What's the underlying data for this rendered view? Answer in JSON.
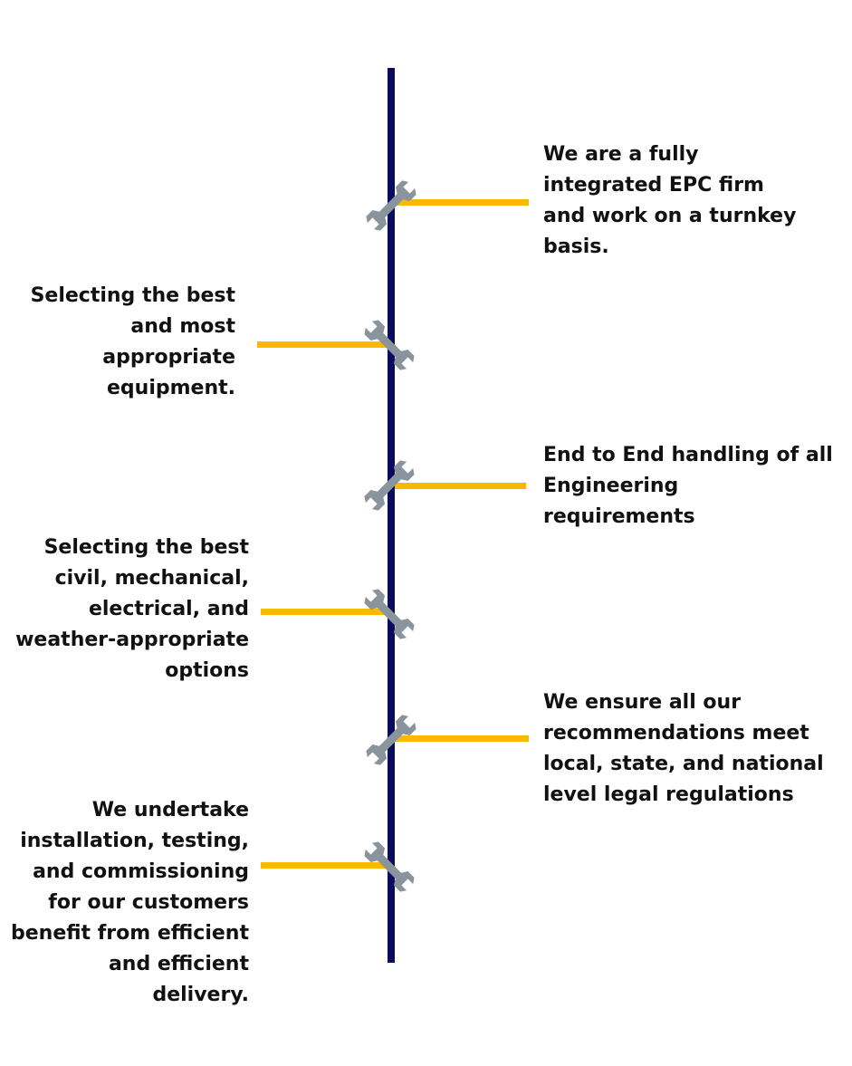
{
  "colors": {
    "axis": "#0b0b5c",
    "connector": "#fbb800",
    "wrench": "#8a949c",
    "text": "#111111"
  },
  "icon": "wrench-icon",
  "items": [
    {
      "side": "right",
      "text": "We are a fully\nintegrated EPC firm\nand work on a turnkey\nbasis."
    },
    {
      "side": "left",
      "text": "Selecting the best\nand most\nappropriate\nequipment."
    },
    {
      "side": "right",
      "text": "End to End handling of all\nEngineering\nrequirements"
    },
    {
      "side": "left",
      "text": "Selecting the best\ncivil, mechanical,\nelectrical, and\nweather-appropriate\noptions"
    },
    {
      "side": "right",
      "text": "We ensure all our\nrecommendations meet\nlocal, state, and national\nlevel legal regulations"
    },
    {
      "side": "left",
      "text": "We undertake\ninstallation, testing,\nand commissioning\nfor our customers\nbenefit from efficient\nand efficient delivery."
    }
  ]
}
